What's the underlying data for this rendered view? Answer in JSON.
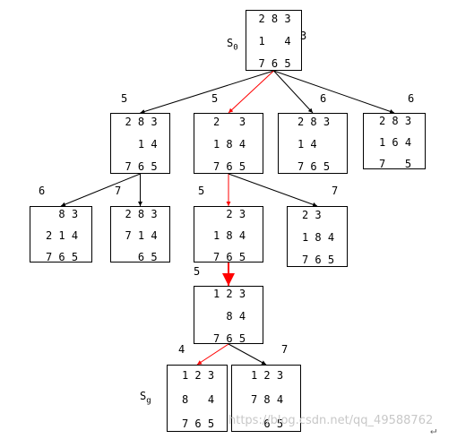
{
  "nodes": [
    {
      "id": "s0",
      "rows": [
        "2 8 3",
        "1   4",
        "7 6 5"
      ],
      "cost": "3"
    },
    {
      "id": "n1",
      "rows": [
        "2 8 3",
        "  1 4",
        "7 6 5"
      ],
      "cost": "5"
    },
    {
      "id": "n2",
      "rows": [
        "2   3",
        "1 8 4",
        "7 6 5"
      ],
      "cost": "5"
    },
    {
      "id": "n3",
      "rows": [
        "2 8 3",
        "1 4  ",
        "7 6 5"
      ],
      "cost": "6"
    },
    {
      "id": "n4",
      "rows": [
        "2 8 3",
        "1 6 4",
        "7   5"
      ],
      "cost": "6"
    },
    {
      "id": "n5",
      "rows": [
        "  8 3",
        "2 1 4",
        "7 6 5"
      ],
      "cost": "6"
    },
    {
      "id": "n6",
      "rows": [
        "2 8 3",
        "7 1 4",
        "  6 5"
      ],
      "cost": "7"
    },
    {
      "id": "n7",
      "rows": [
        "  2 3",
        "1 8 4",
        "7 6 5"
      ],
      "cost": "5"
    },
    {
      "id": "n8",
      "rows": [
        "2 3  ",
        "1 8 4",
        "7 6 5"
      ],
      "cost": "7"
    },
    {
      "id": "n9",
      "rows": [
        "1 2 3",
        "  8 4",
        "7 6 5"
      ],
      "cost": "5"
    },
    {
      "id": "g",
      "rows": [
        "1 2 3",
        "8   4",
        "7 6 5"
      ],
      "cost": "4"
    },
    {
      "id": "n11",
      "rows": [
        "1 2 3",
        "7 8 4",
        "  6 5"
      ],
      "cost": "7"
    }
  ],
  "edges": [
    {
      "from": "s0",
      "to": "n1",
      "color": "#000000"
    },
    {
      "from": "s0",
      "to": "n2",
      "color": "#ff0000"
    },
    {
      "from": "s0",
      "to": "n3",
      "color": "#000000"
    },
    {
      "from": "s0",
      "to": "n4",
      "color": "#000000"
    },
    {
      "from": "n1",
      "to": "n5",
      "color": "#000000"
    },
    {
      "from": "n1",
      "to": "n6",
      "color": "#000000"
    },
    {
      "from": "n2",
      "to": "n7",
      "color": "#ff0000"
    },
    {
      "from": "n2",
      "to": "n8",
      "color": "#000000"
    },
    {
      "from": "n7",
      "to": "n9",
      "color": "#ff0000",
      "bold": true
    },
    {
      "from": "n9",
      "to": "g",
      "color": "#ff0000"
    },
    {
      "from": "n9",
      "to": "n11",
      "color": "#000000"
    }
  ],
  "start_label": {
    "main": "S",
    "sub": "0"
  },
  "goal_label": {
    "main": "S",
    "sub": "g"
  },
  "watermark": "https://blog.csdn.net/qq_49588762",
  "return_mark": "↵"
}
